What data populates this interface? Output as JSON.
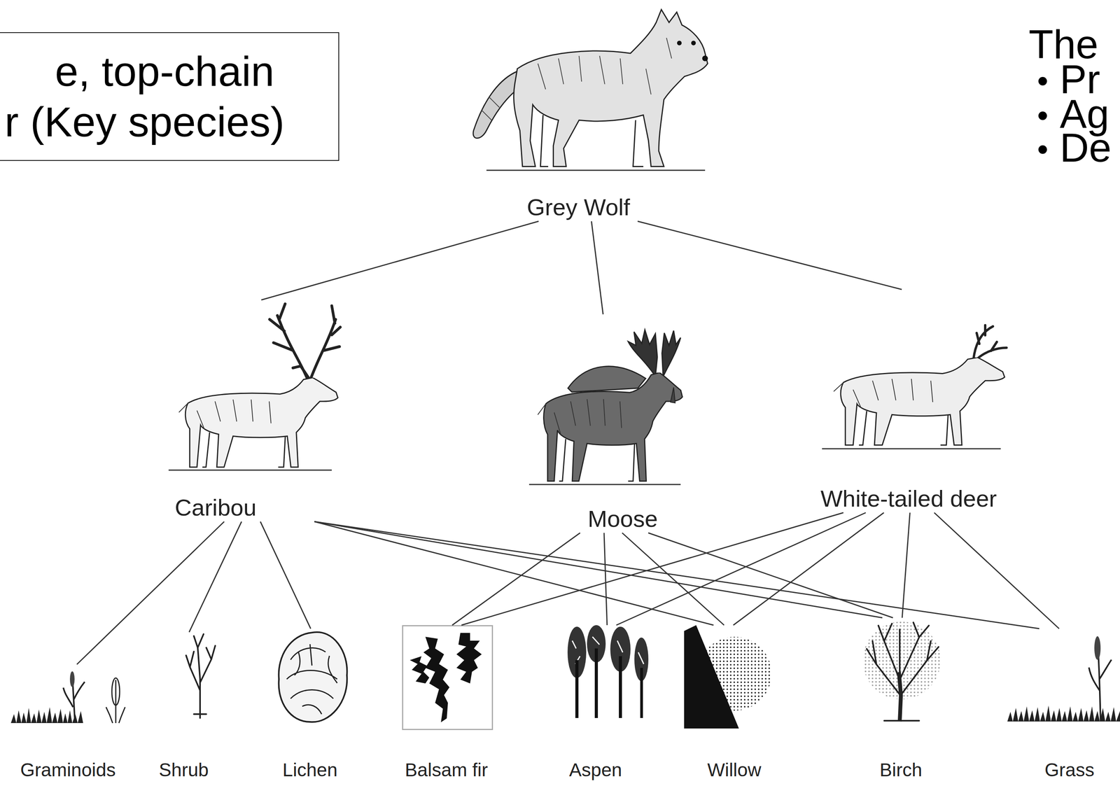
{
  "diagram": {
    "nodes": [
      {
        "text": [
          "e, top-chain r (Key species)"
        ]
      },
      {
        "text": [
          "Grey Wolf"
        ]
      },
      {
        "text": [
          "Caribou"
        ]
      },
      {
        "text": [
          "Moose"
        ]
      },
      {
        "text": [
          "White-tailed deer"
        ]
      },
      {
        "text": [
          "Graminoids"
        ]
      },
      {
        "text": [
          "Shrub"
        ]
      },
      {
        "text": [
          "Lichen"
        ]
      },
      {
        "text": [
          "Balsam fir"
        ]
      },
      {
        "text": [
          "Aspen"
        ]
      },
      {
        "text": [
          "Willow"
        ]
      },
      {
        "text": [
          "Birch"
        ]
      },
      {
        "text": [
          "Grass"
        ]
      }
    ],
    "edges": [
      {
        "from": 1,
        "to": 2,
        "arrow": "none"
      },
      {
        "from": 1,
        "to": 3,
        "arrow": "none"
      },
      {
        "from": 1,
        "to": 4,
        "arrow": "none"
      },
      {
        "from": 2,
        "to": 5,
        "arrow": "none"
      },
      {
        "from": 2,
        "to": 6,
        "arrow": "none"
      },
      {
        "from": 2,
        "to": 7,
        "arrow": "none"
      },
      {
        "from": 2,
        "to": 10,
        "arrow": "none"
      },
      {
        "from": 2,
        "to": 11,
        "arrow": "none"
      },
      {
        "from": 2,
        "to": 12,
        "arrow": "none"
      },
      {
        "from": 3,
        "to": 8,
        "arrow": "none"
      },
      {
        "from": 3,
        "to": 9,
        "arrow": "none"
      },
      {
        "from": 3,
        "to": 10,
        "arrow": "none"
      },
      {
        "from": 3,
        "to": 11,
        "arrow": "none"
      },
      {
        "from": 4,
        "to": 8,
        "arrow": "none"
      },
      {
        "from": 4,
        "to": 9,
        "arrow": "none"
      },
      {
        "from": 4,
        "to": 10,
        "arrow": "none"
      },
      {
        "from": 4,
        "to": 11,
        "arrow": "none"
      },
      {
        "from": 4,
        "to": 12,
        "arrow": "none"
      }
    ],
    "labels": [
      "The",
      "Pr",
      "Ag",
      "De"
    ]
  }
}
